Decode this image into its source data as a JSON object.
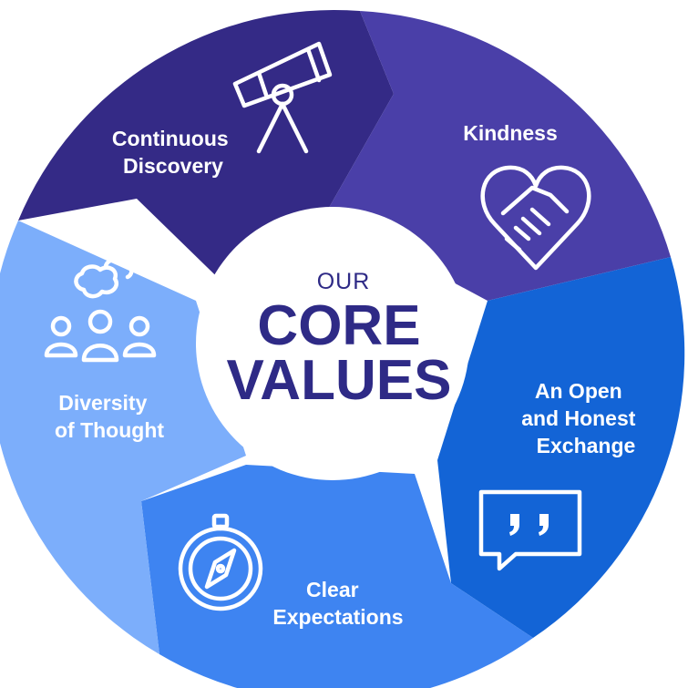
{
  "center": {
    "line1": "OUR",
    "line2": "CORE",
    "line3": "VALUES"
  },
  "segments": [
    {
      "lines": [
        "Continuous",
        "Discovery"
      ],
      "icon": "telescope-icon",
      "color": "#342a86"
    },
    {
      "lines": [
        "Kindness"
      ],
      "icon": "heart-handshake-icon",
      "color": "#4a3fa8"
    },
    {
      "lines": [
        "An Open",
        "and Honest",
        "Exchange"
      ],
      "icon": "quote-bubble-icon",
      "color": "#1364d6"
    },
    {
      "lines": [
        "Clear",
        "Expectations"
      ],
      "icon": "compass-icon",
      "color": "#3e84f1"
    },
    {
      "lines": [
        "Diversity",
        "of Thought"
      ],
      "icon": "people-thought-icon",
      "color": "#7caefb"
    }
  ],
  "colors": {
    "center_fill": "#ffffff",
    "center_text": "#2e2a86",
    "label_text": "#ffffff"
  }
}
